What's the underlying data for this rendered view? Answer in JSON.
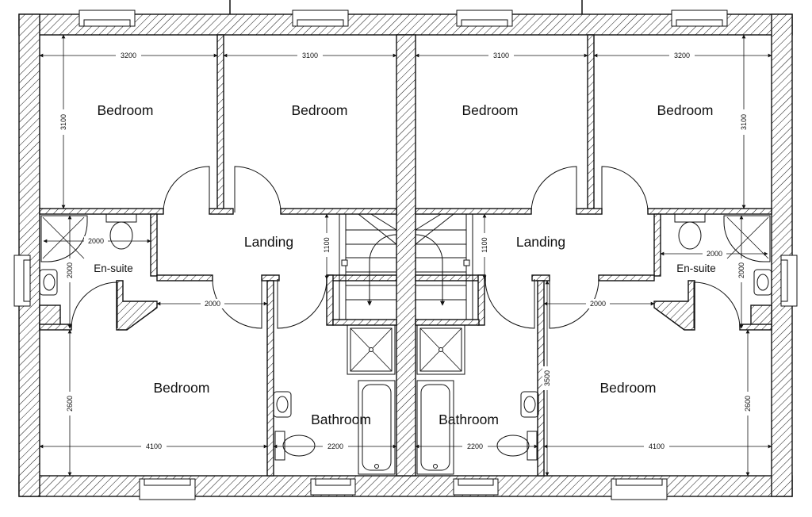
{
  "rooms": {
    "bedroom_label": "Bedroom",
    "landing_label": "Landing",
    "ensuite_label": "En-suite",
    "bathroom_label": "Bathroom"
  },
  "dimensions": {
    "d3200": "3200",
    "d3100": "3100",
    "d2000": "2000",
    "d1100": "1100",
    "d2600": "2600",
    "d4100": "4100",
    "d2200": "2200",
    "d3500": "3500"
  }
}
